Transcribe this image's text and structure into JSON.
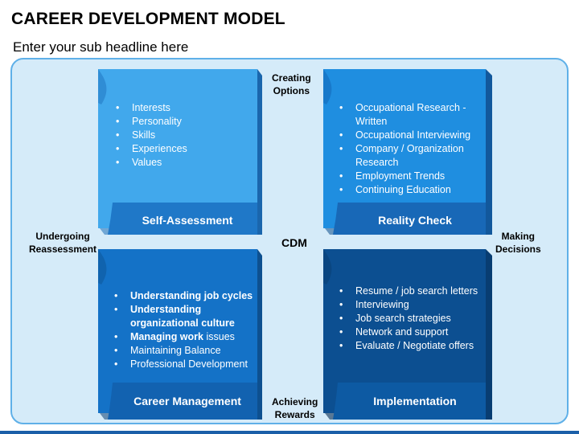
{
  "header": {
    "title": "CAREER DEVELOPMENT MODEL",
    "subtitle": "Enter your sub headline here"
  },
  "labels": {
    "top": [
      "Creating",
      "Options"
    ],
    "left": [
      "Undergoing",
      "Reassessment"
    ],
    "right": [
      "Making",
      "Decisions"
    ],
    "bottom": [
      "Achieving",
      "Rewards"
    ],
    "center": "CDM"
  },
  "colors": {
    "self_assessment": "#41a8ec",
    "reality_check": "#1f8ee0",
    "career_management": "#1472c7",
    "implementation": "#0c4f91"
  },
  "cards": {
    "self_assessment": {
      "title": "Self-Assessment",
      "items": [
        "Interests",
        "Personality",
        "Skills",
        "Experiences",
        "Values"
      ]
    },
    "reality_check": {
      "title": "Reality Check",
      "items": [
        "Occupational Research - Written",
        "Occupational Interviewing",
        "Company / Organization Research",
        "Employment Trends",
        "Continuing Education"
      ]
    },
    "career_management": {
      "title": "Career Management",
      "items": [
        "Understanding job cycles",
        "Understanding organizational culture",
        "Managing work",
        "issues",
        "Maintaining Balance",
        "Professional Development"
      ]
    },
    "implementation": {
      "title": "Implementation",
      "items": [
        "Resume / job search letters",
        "Interviewing",
        "Job search strategies",
        "Network and support",
        "Evaluate / Negotiate offers"
      ]
    }
  }
}
